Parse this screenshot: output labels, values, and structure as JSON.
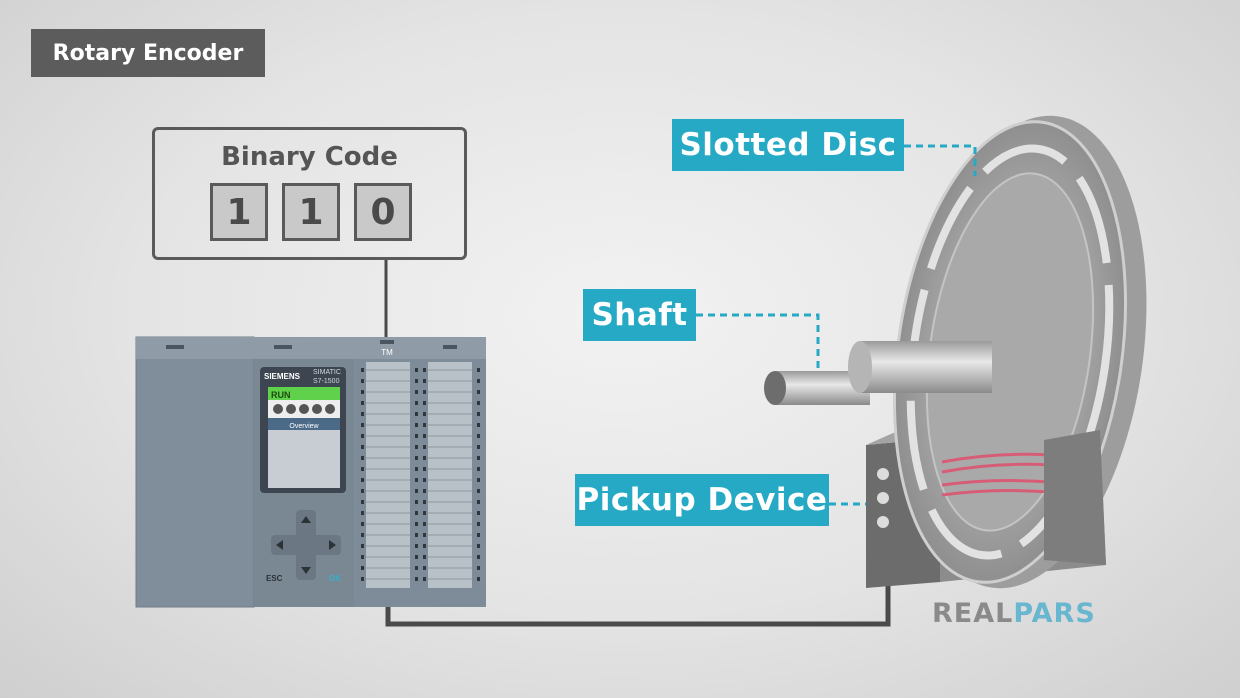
{
  "title_badge": "Rotary Encoder",
  "binary_code": {
    "title": "Binary Code",
    "digits": [
      "1",
      "1",
      "0"
    ]
  },
  "labels": {
    "slotted_disc": "Slotted Disc",
    "shaft": "Shaft",
    "pickup_device": "Pickup Device"
  },
  "plc": {
    "brand": "SIEMENS",
    "model_line1": "SIMATIC",
    "model_line2": "S7-1500",
    "status": "RUN",
    "screen_title": "Overview",
    "module_label": "TM",
    "esc_label": "ESC",
    "ok_label": "OK"
  },
  "logo": {
    "part1": "REAL",
    "part2": "PARS"
  },
  "colors": {
    "accent": "#26a9c4",
    "dark_box": "#5c5c5c",
    "laser": "#e0506e"
  }
}
